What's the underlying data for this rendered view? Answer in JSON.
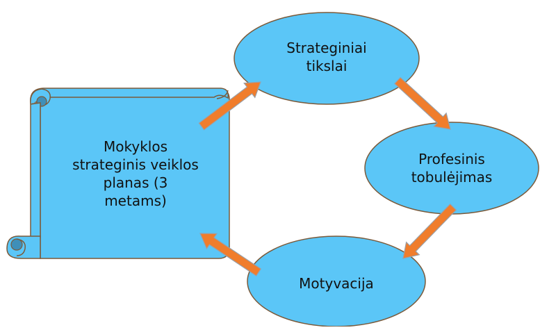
{
  "diagram": {
    "scroll": {
      "lines": [
        "Mokyklos",
        "strateginis veiklos",
        "planas (3",
        "metams)"
      ]
    },
    "nodes": {
      "goals": {
        "lines": [
          "Strateginiai",
          "tikslai"
        ]
      },
      "development": {
        "lines": [
          "Profesinis",
          "tobulėjimas"
        ]
      },
      "motivation": {
        "lines": [
          "Motyvacija"
        ]
      }
    }
  },
  "colors": {
    "fill": "#5bc6f7",
    "outline": "#7a5a3a",
    "arrow_fill": "#f07d2c",
    "arrow_stroke": "#9aa0a8"
  }
}
